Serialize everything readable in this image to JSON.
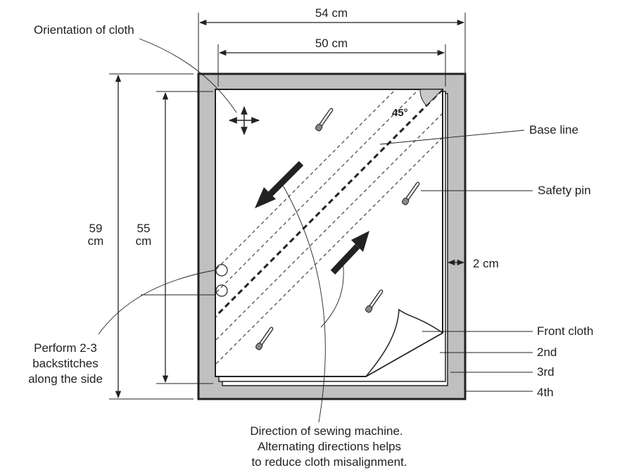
{
  "labels": {
    "width_outer": "54 cm",
    "width_inner": "50 cm",
    "height_outer_value": "59",
    "height_outer_unit": "cm",
    "height_inner_value": "55",
    "height_inner_unit": "cm",
    "orientation": "Orientation of cloth",
    "angle": "45°",
    "base_line": "Base line",
    "safety_pin": "Safety pin",
    "margin": "2 cm",
    "front_cloth": "Front cloth",
    "layer_2": "2nd",
    "layer_3": "3rd",
    "layer_4": "4th",
    "backstitch": [
      "Perform 2-3",
      "backstitches",
      "along the side"
    ],
    "direction": [
      "Direction of sewing machine.",
      "Alternating directions helps",
      "to reduce cloth misalignment."
    ]
  },
  "colors": {
    "frame": "#c0c0c0",
    "line": "#222222",
    "angle_fill": "#c8c8c8",
    "pin_head": "#888888"
  }
}
